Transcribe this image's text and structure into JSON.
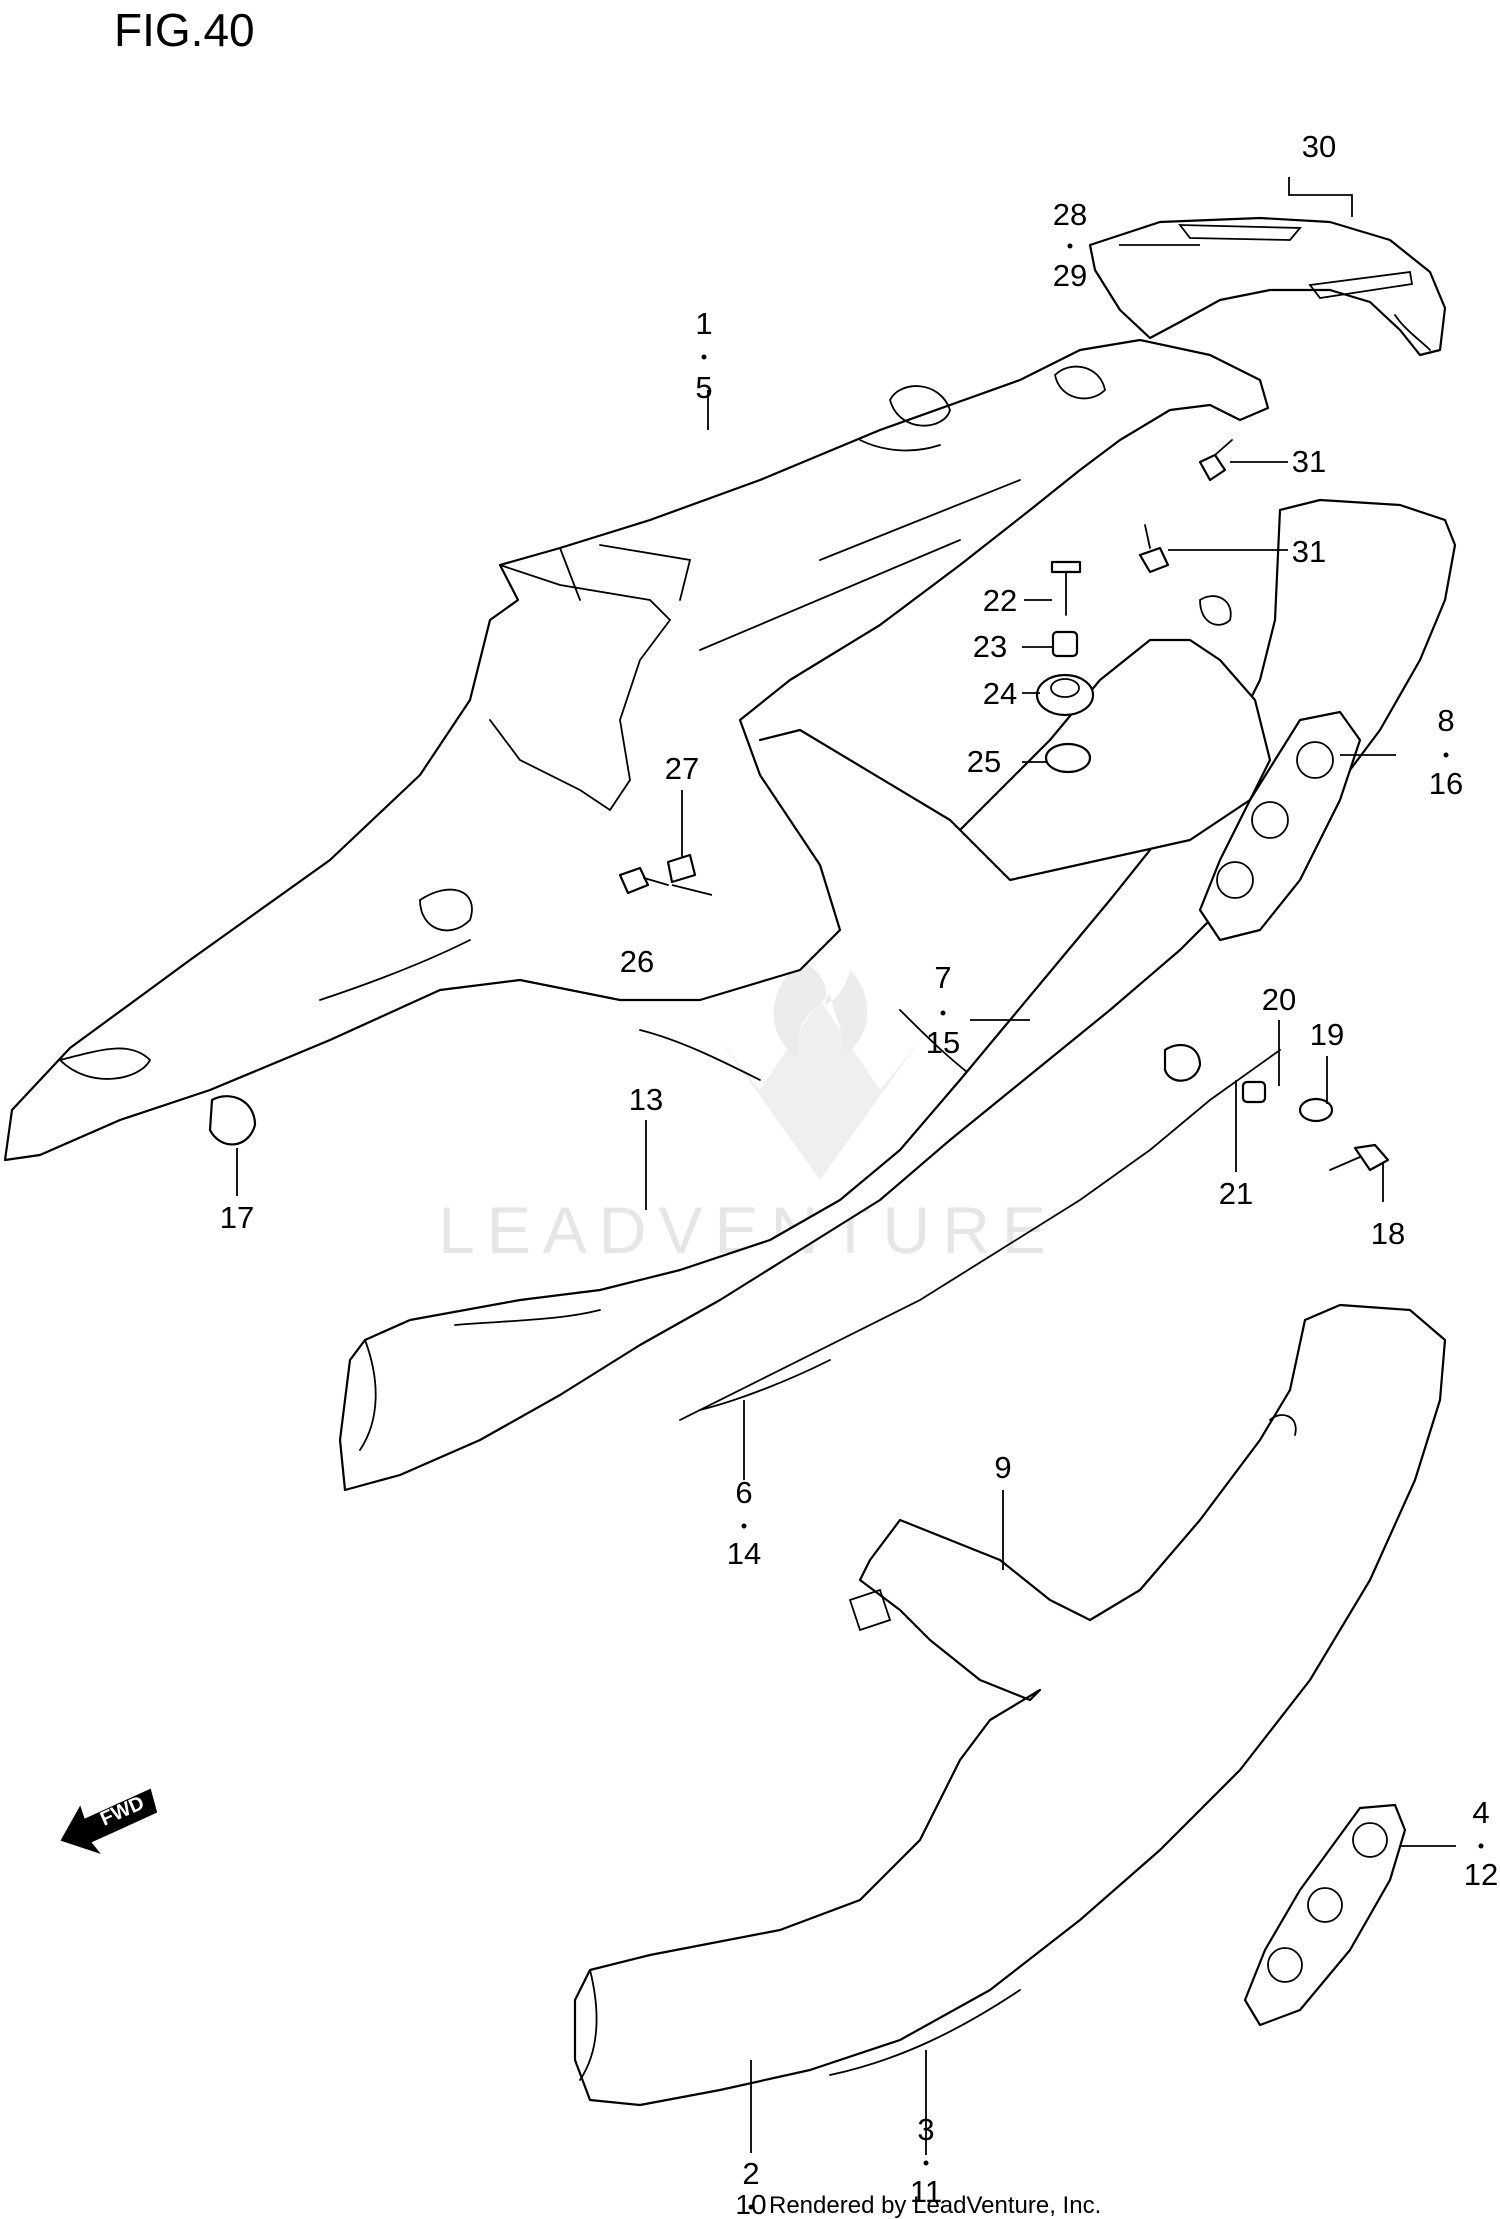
{
  "figure": {
    "title": "FIG.40"
  },
  "watermark": {
    "text": "LEADVENTURE"
  },
  "footer": {
    "lead_number": "10",
    "credit": "Rendered by LeadVenture, Inc."
  },
  "fwd_arrow": {
    "label": "FWD"
  },
  "callouts": [
    {
      "id": "30",
      "top": "30"
    },
    {
      "id": "28-29",
      "top": "28",
      "bottom": "29"
    },
    {
      "id": "1-5",
      "top": "1",
      "bottom": "5"
    },
    {
      "id": "31a",
      "top": "31"
    },
    {
      "id": "31b",
      "top": "31"
    },
    {
      "id": "22",
      "top": "22"
    },
    {
      "id": "23",
      "top": "23"
    },
    {
      "id": "24",
      "top": "24"
    },
    {
      "id": "25",
      "top": "25"
    },
    {
      "id": "8-16",
      "top": "8",
      "bottom": "16"
    },
    {
      "id": "27",
      "top": "27"
    },
    {
      "id": "26",
      "top": "26"
    },
    {
      "id": "7-15",
      "top": "7",
      "bottom": "15"
    },
    {
      "id": "20",
      "top": "20"
    },
    {
      "id": "19",
      "top": "19"
    },
    {
      "id": "21",
      "top": "21"
    },
    {
      "id": "18",
      "top": "18"
    },
    {
      "id": "13",
      "top": "13"
    },
    {
      "id": "17",
      "top": "17"
    },
    {
      "id": "6-14",
      "top": "6",
      "bottom": "14"
    },
    {
      "id": "9",
      "top": "9"
    },
    {
      "id": "4-12",
      "top": "4",
      "bottom": "12"
    },
    {
      "id": "2",
      "top": "2"
    },
    {
      "id": "3-11",
      "top": "3",
      "bottom": "11"
    }
  ]
}
